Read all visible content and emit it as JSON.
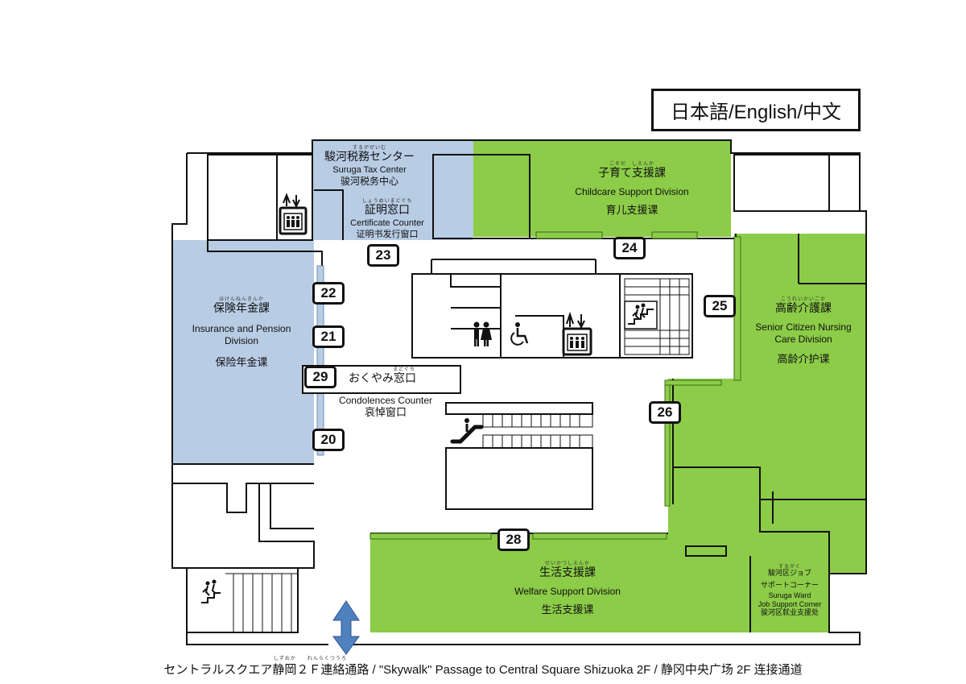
{
  "language_switch": {
    "label": "日本語/English/中文"
  },
  "colors": {
    "blue_area": "#b8cce4",
    "green_area": "#8ccc48",
    "wall": "#111111",
    "arrow": "#4f81bd"
  },
  "areas": {
    "tax_center": {
      "ruby": "するがぜいむ",
      "jp": "駿河税務センター",
      "en": "Suruga Tax Center",
      "cn": "骏河税务中心"
    },
    "certificate_counter": {
      "ruby": "しょうめいまどぐち",
      "jp": "証明窓口",
      "en": "Certificate Counter",
      "cn": "证明书发行窗口"
    },
    "childcare": {
      "ruby": "こそだ　しえんか",
      "jp": "子育て支援課",
      "en": "Childcare Support Division",
      "cn": "育儿支援课"
    },
    "insurance": {
      "ruby": "ほけんねんきんか",
      "jp": "保険年金課",
      "en": "Insurance and Pension Division",
      "cn": "保险年金课"
    },
    "condolences": {
      "ruby": "まどぐち",
      "jp": "おくやみ窓口",
      "en": "Condolences Counter",
      "cn": "哀悼窗口"
    },
    "senior": {
      "ruby": "こうれいかいごか",
      "jp": "高齢介護課",
      "en": "Senior Citizen Nursing Care Division",
      "cn": "高龄介护课"
    },
    "welfare": {
      "ruby": "せいかつしえんか",
      "jp": "生活支援課",
      "en": "Welfare Support Division",
      "cn": "生活支援课"
    },
    "job_support": {
      "ruby": "するがく",
      "jp1": "駿河区ジョブ",
      "jp2": "サポートコーナー",
      "en1": "Suruga Ward",
      "en2": "Job Support Corner",
      "cn": "骏河区就业支援处"
    }
  },
  "counters": [
    "20",
    "21",
    "22",
    "23",
    "24",
    "25",
    "26",
    "28",
    "29"
  ],
  "icons": [
    "elevator-icon",
    "stairs-icon",
    "restroom-icon",
    "accessible-restroom-icon",
    "escalator-icon",
    "passage-arrow-icon"
  ],
  "footer": {
    "ruby": "しずおか　　れんらくつうろ",
    "text": "セントラルスクエア静岡２Ｆ連絡通路 / \"Skywalk\" Passage to Central Square Shizuoka 2F / 静冈中央广场  2F  连接通道"
  }
}
